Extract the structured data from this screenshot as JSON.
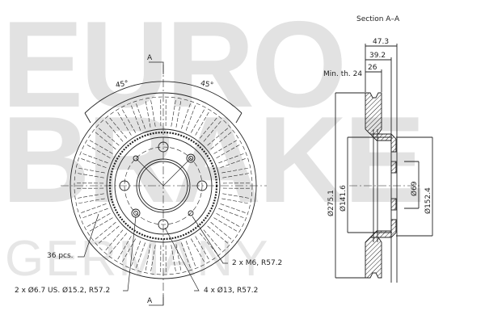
{
  "watermark": {
    "line1": "EURO",
    "line2": "BRAKE",
    "line3": "GERMANY",
    "color": "#e2e2e2"
  },
  "front_view": {
    "section_marker_top": "A",
    "section_marker_bottom": "A",
    "angle_left": "45°",
    "angle_right": "45°",
    "vanes_note": "36 pcs.",
    "callout_threaded": "2 x M6, R57.2",
    "callout_holes": "4 x Ø13, R57.2",
    "callout_locating": "2 x Ø6.7 US. Ø15.2, R57.2"
  },
  "section_view": {
    "title": "Section A–A",
    "dim_overall_height": "47.3",
    "dim_hat_height": "39.2",
    "dim_thickness": "26",
    "min_thickness": "Min. th. 24",
    "dia_outer": "Ø275.1",
    "dia_hat_inner": "Ø141.6",
    "dia_center_bore": "Ø69",
    "dia_hat_outer": "Ø152.4"
  },
  "colors": {
    "line": "#222222",
    "watermark": "#e2e2e2"
  }
}
